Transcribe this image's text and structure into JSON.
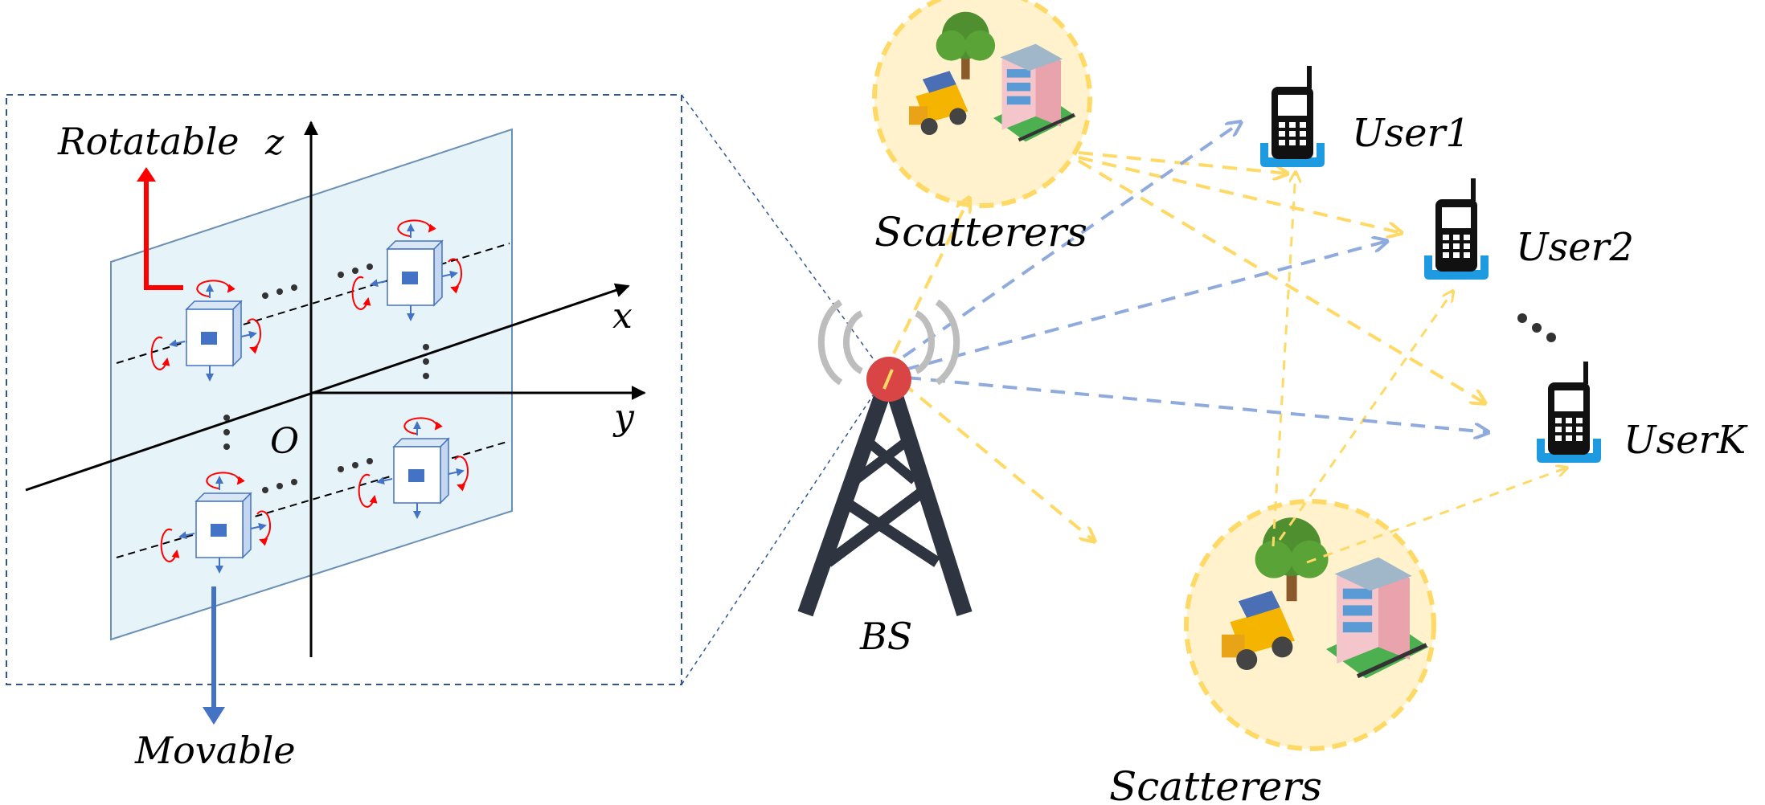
{
  "labels": {
    "rotatable": "Rotatable",
    "movable": "Movable",
    "axis_z": "z",
    "axis_x": "x",
    "axis_y": "y",
    "origin": "O",
    "bs": "BS",
    "scatterers_top": "Scatterers",
    "scatterers_bottom": "Scatterers",
    "user1": "User1",
    "user2": "User2",
    "userk": "UserK"
  },
  "colors": {
    "plane_fill": "#e6f4fa",
    "plane_stroke": "#6b8fb5",
    "dashed_box": "#2f5597",
    "rotatable_arrow": "#ff0000",
    "movable_arrow": "#4472c4",
    "blue_link": "#8faadc",
    "yellow_link": "#ffd966",
    "scatterer_fill": "#fff2cc",
    "scatterer_stroke": "#ffd966",
    "tower": "#2e3440",
    "antenna_red": "#d94545",
    "phone_blue": "#1e9be0"
  },
  "icons": {
    "tower": "base-station-tower-icon",
    "phone": "mobile-phone-icon",
    "tree": "tree-icon",
    "truck": "truck-icon",
    "building": "building-icon"
  }
}
